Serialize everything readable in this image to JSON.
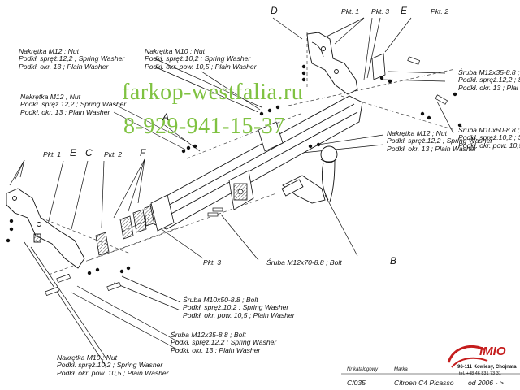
{
  "watermark": {
    "site": "farkop-westfalia.ru",
    "phone": "8-929-941-15-37",
    "color": "#7fc241"
  },
  "letters": {
    "A": "A",
    "B": "B",
    "C": "C",
    "D": "D",
    "E1": "E",
    "E2": "E",
    "F": "F"
  },
  "pkt": {
    "tl1": "Pkt. 1",
    "tl2": "Pkt. 3",
    "tl3": "Pkt. 2",
    "ml1": "Pkt. 1",
    "ml2": "Pkt. 2",
    "bm": "Pkt. 3"
  },
  "labels": {
    "nut_m12_top": [
      "Nakrętka  M12 ; Nut",
      "Podkł. spręż.12,2 ; Spring Washer",
      "Podkł. okr. 13 ; Plain Washer"
    ],
    "nut_m10_top": [
      "Nakrętka  M10 ; Nut",
      "Podkł. spręż.10,2 ; Spring Washer",
      "Podkł. okr. pow. 10,5 ; Plain Washer"
    ],
    "nut_m12_mid": [
      "Nakrętka  M12 ; Nut",
      "Podkł. spręż.12,2 ; Spring Washer",
      "Podkł. okr. 13 ; Plain Washer"
    ],
    "screw_m12x35_right": [
      "Śruba M12x35-8.8 ; B",
      "Podkł. spręż.12,2 ; S",
      "Podkł. okr. 13 ; Plai"
    ],
    "screw_m10x50_right": [
      "Śruba M10x50-8.8 ; B",
      "Podkł. spręż.10,2 ; S",
      "Podkł. okr. pow. 10,5"
    ],
    "nut_m12_right": [
      "Nakrętka  M12 ; Nut",
      "Podkł. spręż.12,2 ; Spring Washer",
      "Podkł. okr. 13 ; Plain Washer"
    ],
    "bolt_m12x70": [
      "Śruba M12x70-8.8 ;  Bolt"
    ],
    "screw_m10x50_bottom": [
      "Śruba M10x50-8.8 ;  Bolt",
      "Podkł. spręż.10,2 ; Spring Washer",
      "Podkł. okr. pow. 10,5 ; Plain Washer"
    ],
    "screw_m12x35_bottom": [
      "Śruba M12x35-8.8 ;  Bolt",
      "Podkł. spręż.12,2 ; Spring Washer",
      "Podkł. okr. 13 ; Plain Washer"
    ],
    "nut_m10_bottom": [
      "Nakrętka  M10 ; Nut",
      "Podkł. spręż.10,2 ; Spring Washer",
      "Podkł. okr. pow. 10,5 ; Plain Washer"
    ]
  },
  "footer": {
    "catalog_header": "Nr katalogowy",
    "catalog_no": "C/035",
    "make_header": "Marka",
    "model": "Citroen C4 Picasso",
    "from": "od 2006 - >",
    "brand": "IMIO",
    "address": "96-111 Kowiesy, Chojnata",
    "phone": "tel. +48 46 831 73 31"
  }
}
